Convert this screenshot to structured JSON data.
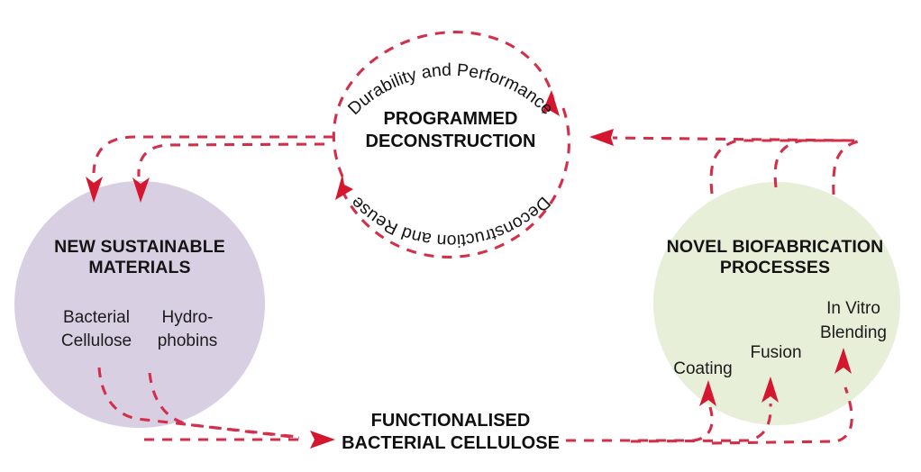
{
  "figure": {
    "background_color": "#ffffff",
    "accent_color": "#d2304a",
    "purple_fill": "#d9cfe3",
    "green_fill": "#e7efd9"
  },
  "nodes": {
    "left": {
      "title_line1": "NEW SUSTAINABLE",
      "title_line2": "MATERIALS",
      "items": [
        {
          "line1": "Bacterial",
          "line2": "Cellulose"
        },
        {
          "line1": "Hydro-",
          "line2": "phobins"
        }
      ]
    },
    "center": {
      "title_line1": "PROGRAMMED",
      "title_line2": "DECONSTRUCTION",
      "arc_top": "Durability and Performance",
      "arc_bottom": "Deconstruction and Reuse"
    },
    "right": {
      "title_line1": "NOVEL BIOFABRICATION",
      "title_line2": "PROCESSES",
      "items": [
        {
          "line1": "Coating",
          "line2": ""
        },
        {
          "line1": "Fusion",
          "line2": ""
        },
        {
          "line1": "In Vitro",
          "line2": "Blending"
        }
      ]
    },
    "bottom_band": {
      "title_line1": "FUNCTIONALISED",
      "title_line2": "BACTERIAL CELLULOSE"
    }
  },
  "connections": [
    {
      "name": "right-to-center-top",
      "direction": "left"
    },
    {
      "name": "center-to-left-top",
      "direction": "down"
    },
    {
      "name": "left-to-bottom-band",
      "direction": "right"
    },
    {
      "name": "bottom-band-to-right",
      "direction": "up"
    }
  ]
}
